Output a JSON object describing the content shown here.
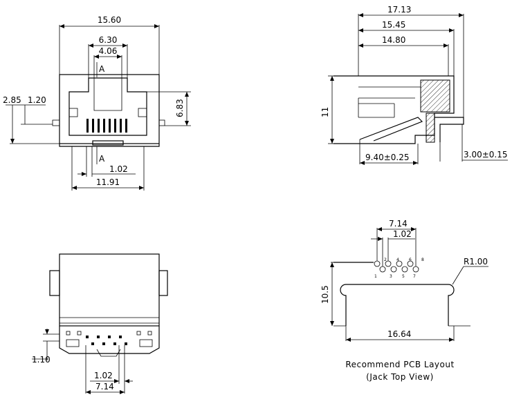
{
  "front_view": {
    "dim_width": "15.60",
    "dim_upper": "6.30",
    "dim_inner": "4.06",
    "dim_left_a": "2.85",
    "dim_left_b": "1.20",
    "dim_height": "6.83",
    "section_top": "A",
    "section_bottom": "A",
    "dim_pitch": "1.02",
    "dim_bottom": "11.91"
  },
  "side_view": {
    "dim_a": "17.13",
    "dim_b": "15.45",
    "dim_c": "14.80",
    "dim_height": "11",
    "dim_depth": "9.40±0.25",
    "dim_tail": "3.00±0.15"
  },
  "bottom_view": {
    "dim_offset": "1.10",
    "dim_pitch": "1.02",
    "dim_span": "7.14"
  },
  "pcb_layout": {
    "dim_span": "7.14",
    "dim_pitch": "1.02",
    "dim_radius": "R1.00",
    "dim_height": "10.5",
    "dim_width": "16.64",
    "pin_labels": [
      "1",
      "2",
      "3",
      "4",
      "5",
      "6",
      "7",
      "8"
    ],
    "caption_line1": "Recommend PCB Layout",
    "caption_line2": "(Jack Top View)"
  }
}
